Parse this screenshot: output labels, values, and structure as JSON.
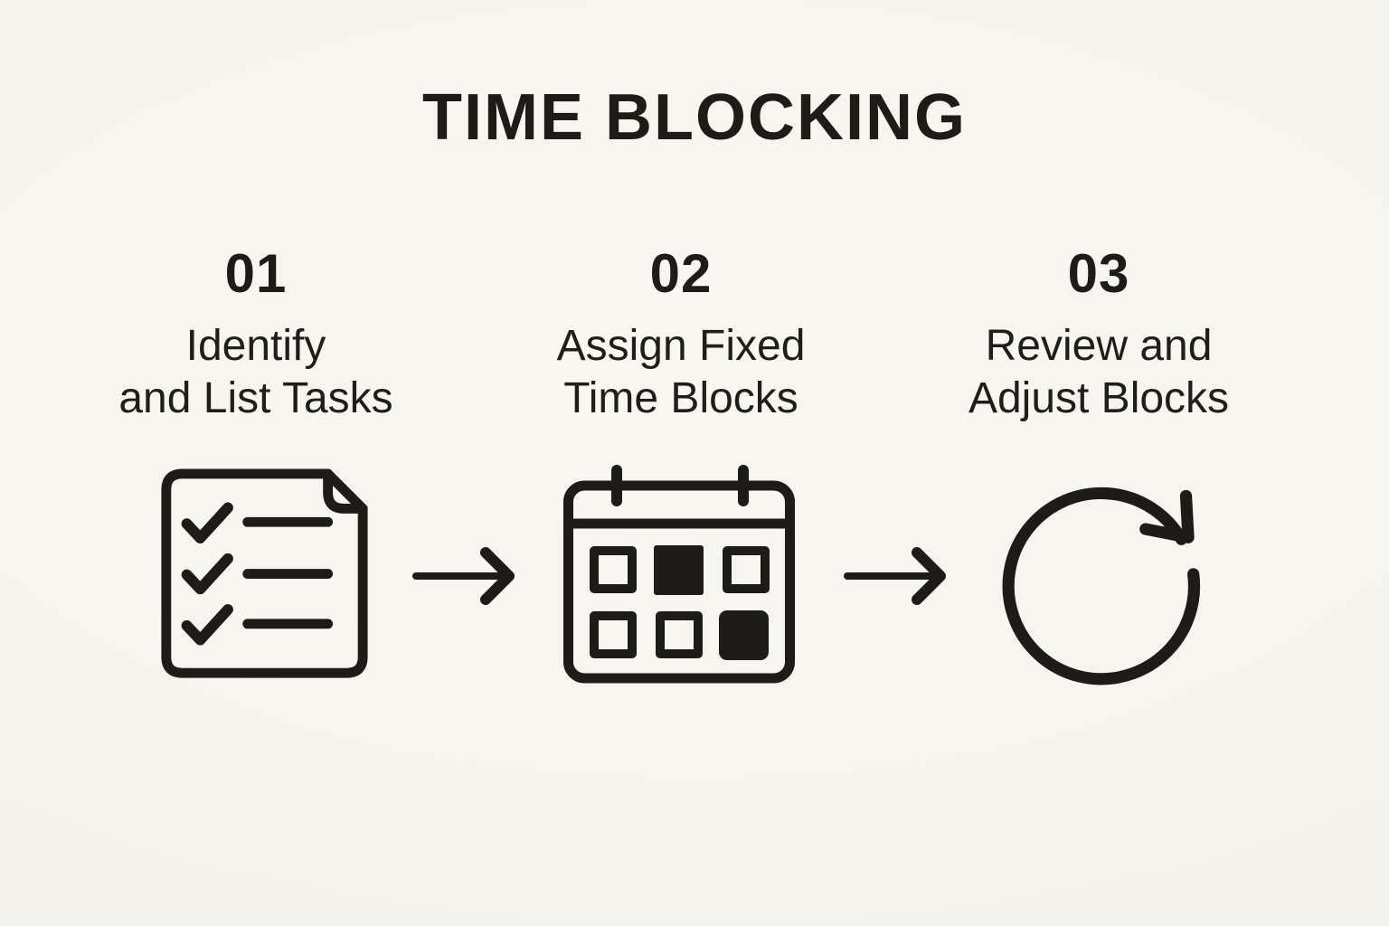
{
  "title": "TIME BLOCKING",
  "colors": {
    "background": "#f7f4ee",
    "ink": "#1e1c18"
  },
  "steps": [
    {
      "number": "01",
      "label_line1": "Identify",
      "label_line2": "and List Tasks",
      "icon": "checklist-document-icon"
    },
    {
      "number": "02",
      "label_line1": "Assign Fixed",
      "label_line2": "Time Blocks",
      "icon": "calendar-grid-icon"
    },
    {
      "number": "03",
      "label_line1": "Review and",
      "label_line2": "Adjust Blocks",
      "icon": "refresh-cycle-icon"
    }
  ],
  "connectors": [
    {
      "icon": "right-arrow-icon"
    },
    {
      "icon": "right-arrow-icon"
    }
  ]
}
